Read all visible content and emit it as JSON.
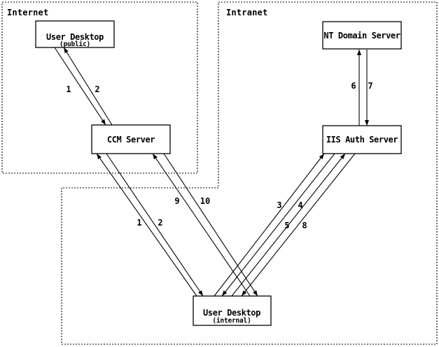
{
  "diagram": {
    "zones": [
      {
        "id": "internet",
        "label": "Internet"
      },
      {
        "id": "intranet",
        "label": "Intranet"
      }
    ],
    "nodes": [
      {
        "id": "user-desktop-public",
        "label": "User Desktop",
        "sublabel": "(public)",
        "zone": "Internet"
      },
      {
        "id": "ccm-server",
        "label": "CCM Server",
        "sublabel": "",
        "zone": "Internet"
      },
      {
        "id": "nt-domain-server",
        "label": "NT Domain Server",
        "sublabel": "",
        "zone": "Intranet"
      },
      {
        "id": "iis-auth-server",
        "label": "IIS Auth Server",
        "sublabel": "",
        "zone": "Intranet"
      },
      {
        "id": "user-desktop-internal",
        "label": "User Desktop",
        "sublabel": "(internal)",
        "zone": "Intranet"
      }
    ],
    "flows": [
      {
        "label": "1",
        "from": "user-desktop-public",
        "to": "ccm-server"
      },
      {
        "label": "2",
        "from": "ccm-server",
        "to": "user-desktop-public"
      },
      {
        "label": "1",
        "from": "user-desktop-internal",
        "to": "ccm-server"
      },
      {
        "label": "2",
        "from": "ccm-server",
        "to": "user-desktop-internal"
      },
      {
        "label": "9",
        "from": "user-desktop-internal",
        "to": "ccm-server"
      },
      {
        "label": "10",
        "from": "ccm-server",
        "to": "user-desktop-internal"
      },
      {
        "label": "3",
        "from": "user-desktop-internal",
        "to": "iis-auth-server"
      },
      {
        "label": "4",
        "from": "iis-auth-server",
        "to": "user-desktop-internal"
      },
      {
        "label": "5",
        "from": "user-desktop-internal",
        "to": "iis-auth-server"
      },
      {
        "label": "8",
        "from": "iis-auth-server",
        "to": "user-desktop-internal"
      },
      {
        "label": "6",
        "from": "iis-auth-server",
        "to": "nt-domain-server"
      },
      {
        "label": "7",
        "from": "nt-domain-server",
        "to": "iis-auth-server"
      }
    ],
    "colors": {
      "background": "#ffffff",
      "stroke": "#000000"
    }
  }
}
